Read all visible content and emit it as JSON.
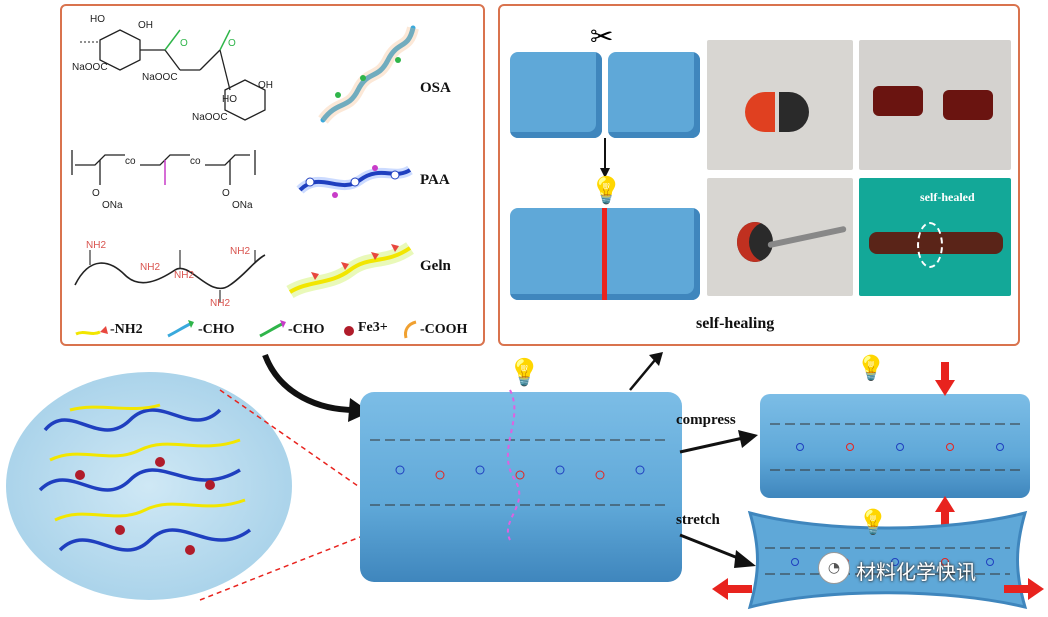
{
  "molecules": {
    "osa": {
      "label": "OSA",
      "formula_labels": [
        "HO",
        "OH",
        "NaOOC",
        "O",
        "NaOOC",
        "O",
        "HO",
        "OH",
        "NaOOC"
      ]
    },
    "paa": {
      "label": "PAA",
      "formula_labels": [
        "co",
        "co",
        "O",
        "ONa",
        "O",
        "ONa"
      ]
    },
    "geln": {
      "label": "Geln",
      "formula_labels": [
        "NH2",
        "NH2",
        "NH2",
        "NH2",
        "NH2"
      ]
    }
  },
  "legend": {
    "nh2": "-NH2",
    "cho1": "-CHO",
    "cho2": "-CHO",
    "fe": "Fe3+",
    "cooh": "-COOH"
  },
  "self_healing": {
    "label": "self-healing",
    "photo_label": "self-healed"
  },
  "arrows": {
    "compress": "compress",
    "stretch": "stretch"
  },
  "watermark": "材料化学快讯",
  "colors": {
    "panel_border": "#d9734e",
    "gel_blue": "#5fa8d8",
    "chain_blue": "#1f3fbf",
    "chain_yellow": "#f2e600",
    "arrow_red": "#e8231e",
    "highlight_red": "#e8231e"
  }
}
